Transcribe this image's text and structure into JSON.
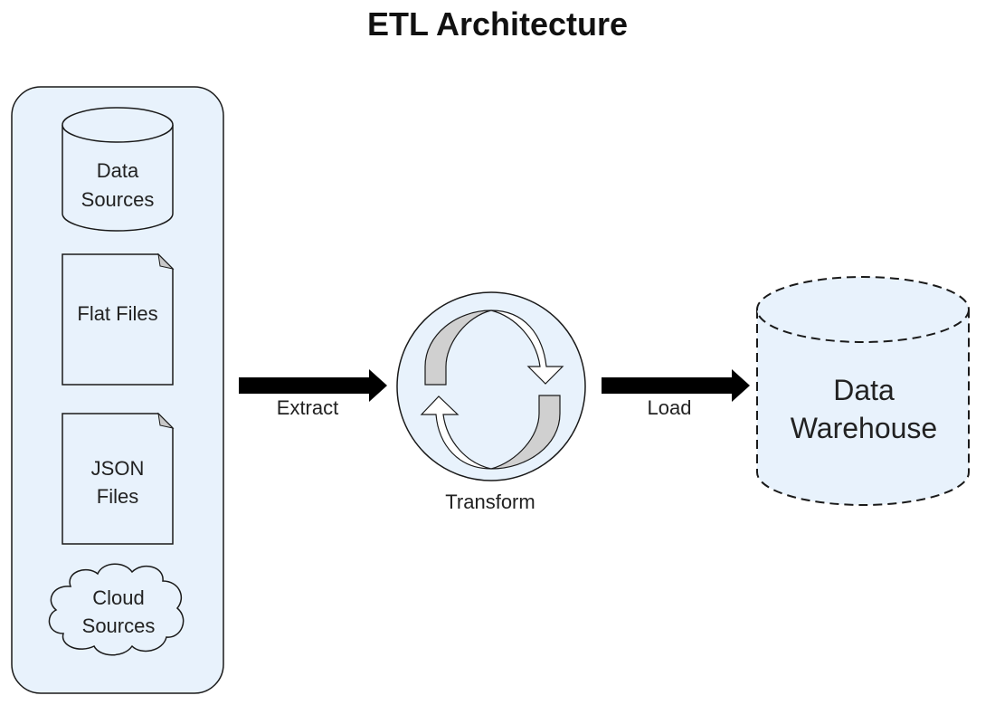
{
  "title": "ETL Architecture",
  "colors": {
    "shape_fill": "#e8f2fc",
    "stroke": "#1a1a1a",
    "arrow": "#000000",
    "arrow_band_gray": "#d0d0d0",
    "arrow_band_white": "#ffffff"
  },
  "sources": {
    "items": [
      {
        "label_lines": [
          "Data",
          "Sources"
        ],
        "shape": "cylinder-icon"
      },
      {
        "label_lines": [
          "Flat Files"
        ],
        "shape": "document-icon"
      },
      {
        "label_lines": [
          "JSON",
          "Files"
        ],
        "shape": "document-icon"
      },
      {
        "label_lines": [
          "Cloud",
          "Sources"
        ],
        "shape": "cloud-icon"
      }
    ]
  },
  "steps": {
    "extract": "Extract",
    "transform": "Transform",
    "load": "Load"
  },
  "target": {
    "label_lines": [
      "Data",
      "Warehouse"
    ],
    "shape": "dashed-cylinder-icon"
  }
}
